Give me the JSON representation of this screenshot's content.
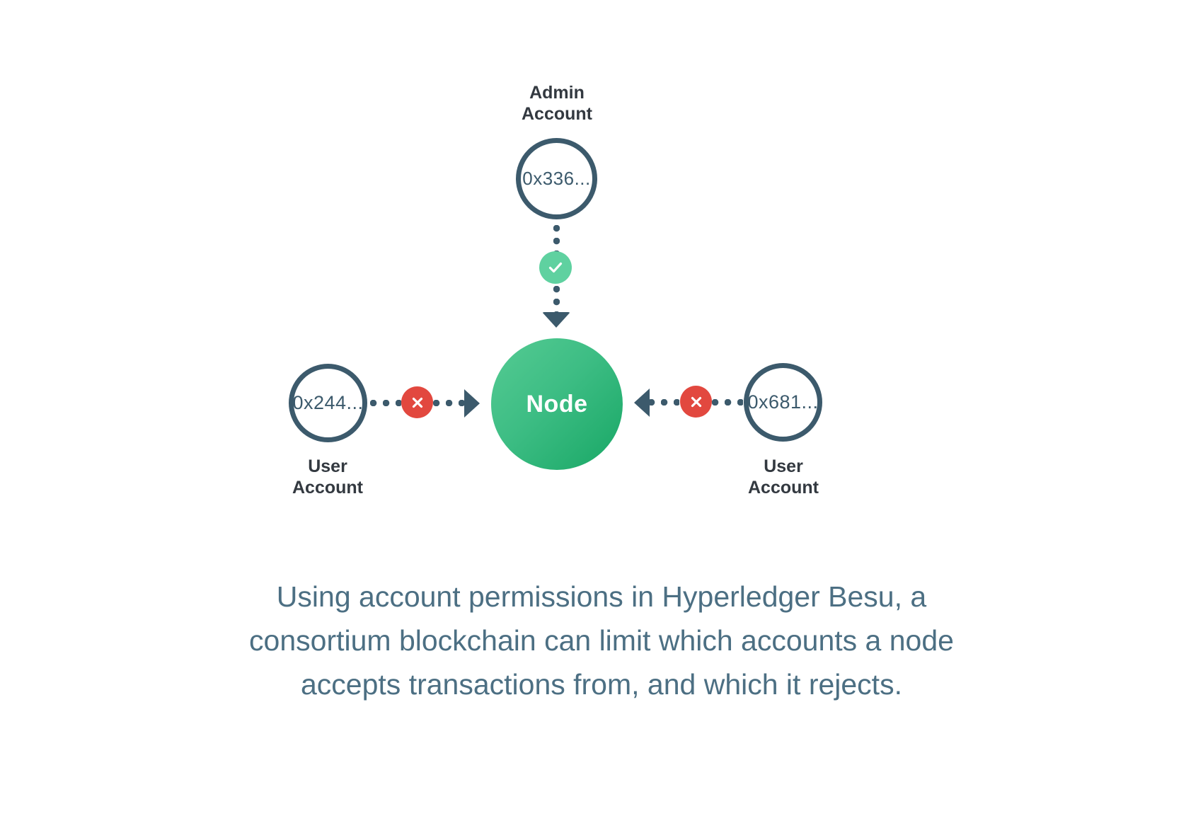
{
  "diagram": {
    "admin": {
      "label": "Admin\nAccount",
      "address": "0x336...",
      "permission": "allowed",
      "badge_icon": "check-icon",
      "badge_color": "#5fd1a0"
    },
    "node": {
      "label": "Node",
      "gradient_from": "#55cb93",
      "gradient_to": "#18a765"
    },
    "left_user": {
      "label": "User\nAccount",
      "address": "0x244...",
      "permission": "rejected",
      "badge_icon": "x-icon",
      "badge_color": "#e2483f"
    },
    "right_user": {
      "label": "User\nAccount",
      "address": "0x681...",
      "permission": "rejected",
      "badge_icon": "x-icon",
      "badge_color": "#e2483f"
    },
    "stroke_color": "#3c5a6c",
    "label_color": "#333940"
  },
  "caption": {
    "line1": "Using account permissions in Hyperledger Besu, a",
    "line2": "consortium blockchain can limit which accounts a node",
    "line3": "accepts transactions from, and which it rejects.",
    "color": "#4c6f83"
  }
}
